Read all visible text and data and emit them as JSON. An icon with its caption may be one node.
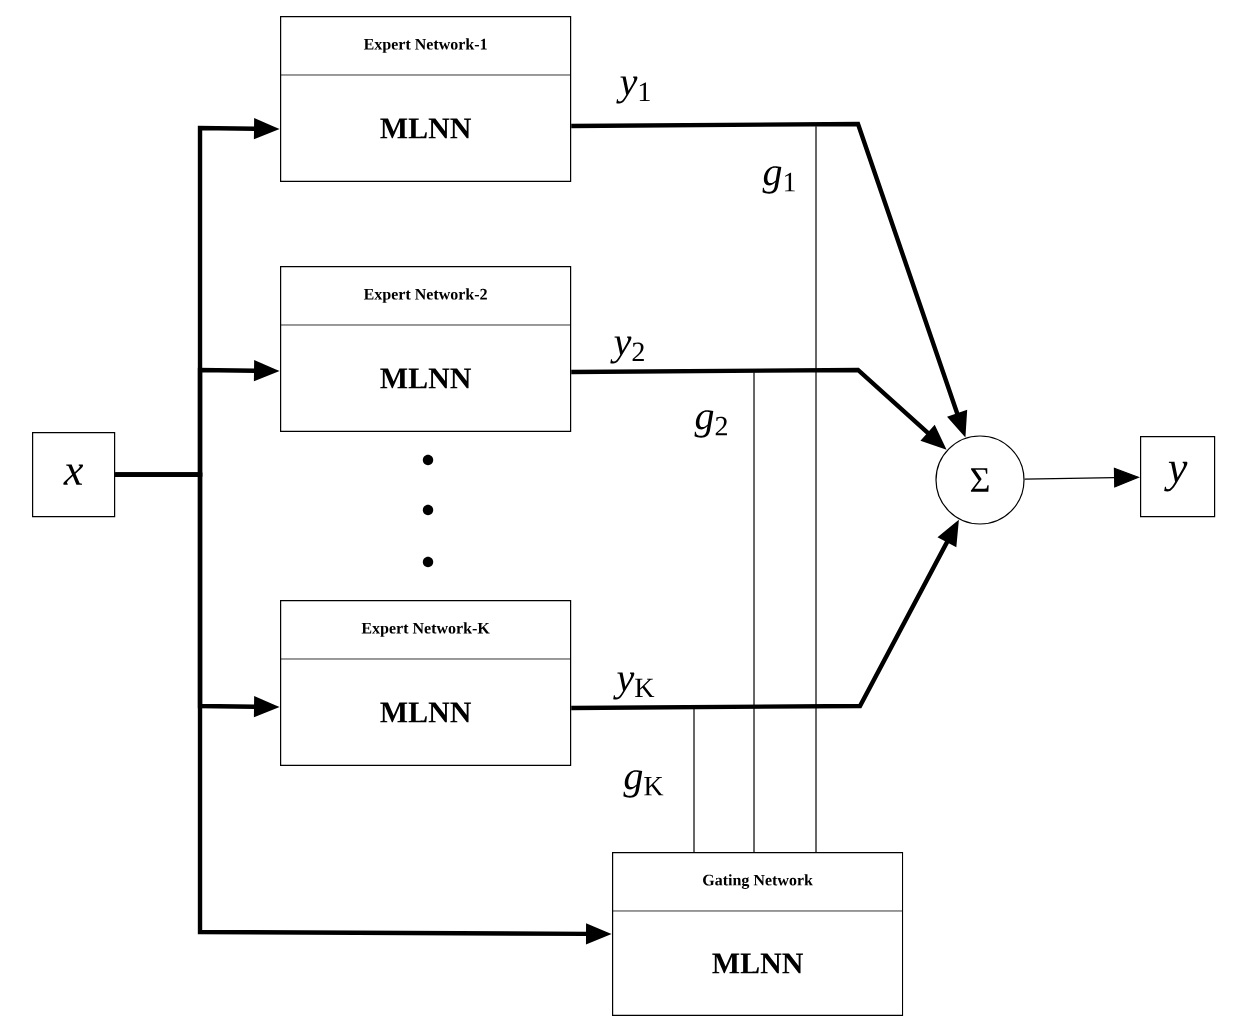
{
  "diagram": {
    "nodes": [
      {
        "text": [
          "x"
        ]
      },
      {
        "text": [
          "Expert Network-1",
          "MLNN"
        ]
      },
      {
        "text": [
          "Expert Network-2",
          "MLNN"
        ]
      },
      {
        "text": [
          "Expert Network-K",
          "MLNN"
        ]
      },
      {
        "text": [
          "Gating Network",
          "MLNN"
        ]
      },
      {
        "text": [
          "Σ"
        ]
      },
      {
        "text": [
          "y"
        ]
      }
    ],
    "edges": [
      {
        "from": 0,
        "to": 1,
        "arrow": "to"
      },
      {
        "from": 0,
        "to": 2,
        "arrow": "to"
      },
      {
        "from": 0,
        "to": 3,
        "arrow": "to"
      },
      {
        "from": 0,
        "to": 4,
        "arrow": "to"
      },
      {
        "from": 1,
        "to": 5,
        "arrow": "to",
        "label": "*y*$_{1}$"
      },
      {
        "from": 2,
        "to": 5,
        "arrow": "to",
        "label": "*y*$_{2}$"
      },
      {
        "from": 3,
        "to": 5,
        "arrow": "to",
        "label": "*y*$_{K}$"
      },
      {
        "from": 5,
        "to": 6,
        "arrow": "to"
      },
      {
        "from": 4,
        "to": null,
        "arrow": "none",
        "label": "*g*$_{1}$"
      },
      {
        "from": 4,
        "to": null,
        "arrow": "none",
        "label": "*g*$_{2}$"
      },
      {
        "from": 4,
        "to": null,
        "arrow": "none",
        "label": "*g*$_{K}$"
      }
    ]
  }
}
